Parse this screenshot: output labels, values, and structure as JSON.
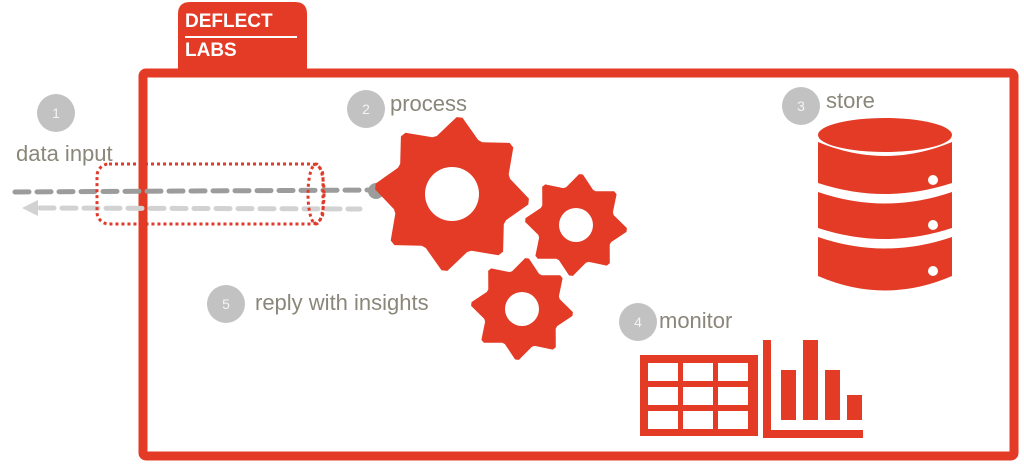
{
  "brand": {
    "line1": "DEFLECT",
    "line2": "LABS"
  },
  "colors": {
    "accent": "#e33b26",
    "badge": "#c2c2c2",
    "label": "#8a877a"
  },
  "steps": [
    {
      "number": "1",
      "label": "data input"
    },
    {
      "number": "2",
      "label": "process"
    },
    {
      "number": "3",
      "label": "store"
    },
    {
      "number": "4",
      "label": "monitor"
    },
    {
      "number": "5",
      "label": "reply with insights"
    }
  ]
}
